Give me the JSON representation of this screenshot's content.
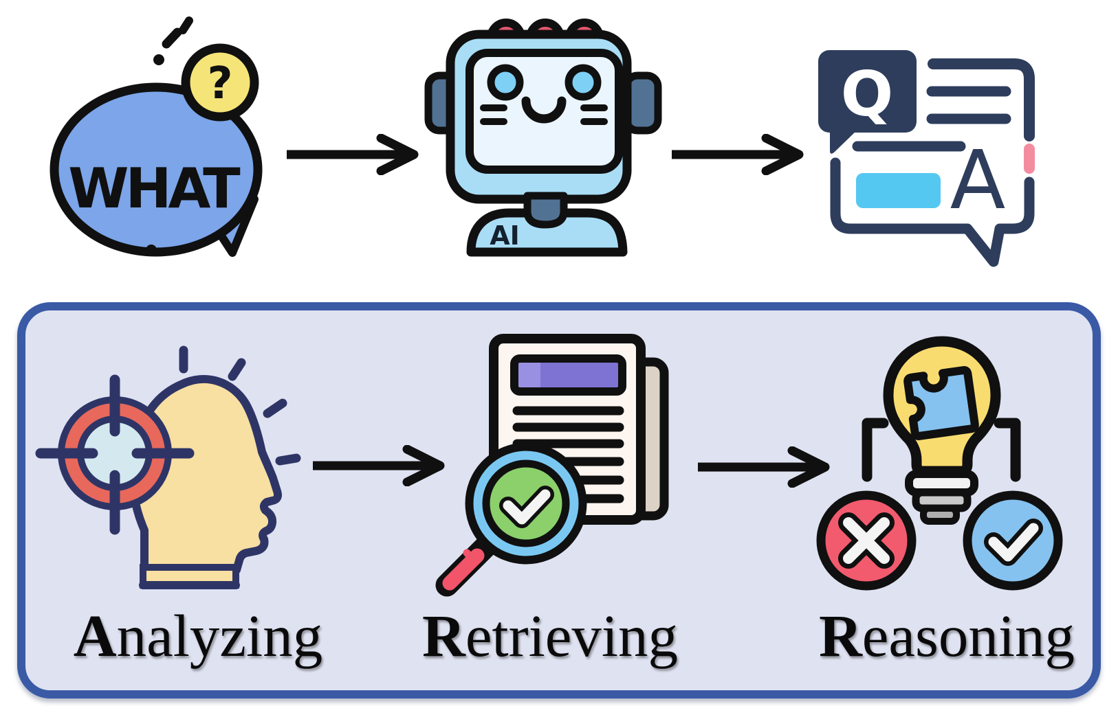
{
  "top_row": {
    "question_icon": {
      "bubble_text": "WHAT",
      "question_mark": "?"
    },
    "robot_icon": {
      "chest_label": "AI"
    },
    "qa_icon": {
      "question_letter": "Q",
      "answer_letter": "A"
    }
  },
  "pipeline_box": {
    "steps": [
      {
        "name": "analyzing",
        "initial": "A",
        "rest": "nalyzing"
      },
      {
        "name": "retrieving",
        "initial": "R",
        "rest": "etrieving"
      },
      {
        "name": "reasoning",
        "initial": "R",
        "rest": "easoning"
      }
    ]
  },
  "colors": {
    "outline": "#101010",
    "navy": "#2e3d5c",
    "label_text": "#0a0a0a",
    "bubble_blue": "#7ca5ea",
    "question_yellow": "#f5e478",
    "robot_blue": "#a9ddf6",
    "robot_screen": "#eaf5fd",
    "robot_eye": "#7ed0f5",
    "robot_ear": "#527294",
    "robot_bump_red": "#e4586e",
    "qa_pink": "#f48ca0",
    "qa_cyan": "#55c8f2",
    "box_bg": "#dfe2f1",
    "box_border": "#3a5aa6",
    "head_cream": "#f8dfa2",
    "head_outline": "#2e3566",
    "target_red": "#e8685c",
    "target_center": "#d4e9ef",
    "doc_page": "#fcf5f0",
    "doc_back_page": "#ddd2c6",
    "doc_title_purple": "#7e73d2",
    "doc_title_purple_light": "#9a90e2",
    "magnifier_rim_blue": "#7ac8f2",
    "magnifier_green": "#8bd06b",
    "magnifier_handle_red": "#f2546a",
    "bulb_yellow": "#f9dc70",
    "puzzle_blue": "#85c2ef",
    "base_gray_light": "#f2f2f2",
    "base_gray": "#c9c9c9",
    "base_gray_dark": "#afafaf",
    "cross_red": "#f25a6e",
    "check_blue": "#85c2ef",
    "mark_white": "#f4f4f4"
  }
}
